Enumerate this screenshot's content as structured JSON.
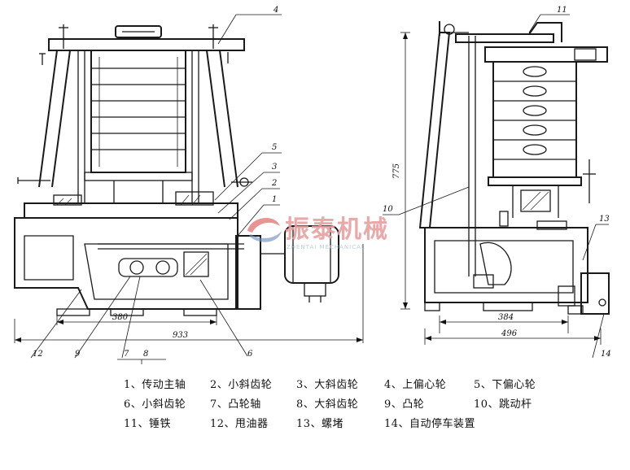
{
  "diagram": {
    "callouts": {
      "c1": "1",
      "c2": "2",
      "c3": "3",
      "c4": "4",
      "c5": "5",
      "c6": "6",
      "c7": "7",
      "c8": "8",
      "c9": "9",
      "c10": "10",
      "c11": "11",
      "c12": "12",
      "c13": "13",
      "c14": "14"
    },
    "dimensions": {
      "left_inner": "380",
      "left_overall": "933",
      "right_inner": "384",
      "right_overall": "496",
      "right_height": "775"
    }
  },
  "watermark": {
    "text": "振泰机械",
    "subtext": "ZHENTAI MECHANICAL"
  },
  "legend": {
    "row1": [
      "1、传动主轴",
      "2、小斜齿轮",
      "3、大斜齿轮",
      "4、上偏心轮",
      "5、下偏心轮"
    ],
    "row2": [
      "6、小斜齿轮",
      "7、凸轮轴",
      "8、大斜齿轮",
      "9、凸轮",
      "10、跳动杆"
    ],
    "row3": [
      "11、锤铁",
      "12、甩油器",
      "13、螺堵",
      "14、自动停车装置"
    ]
  }
}
